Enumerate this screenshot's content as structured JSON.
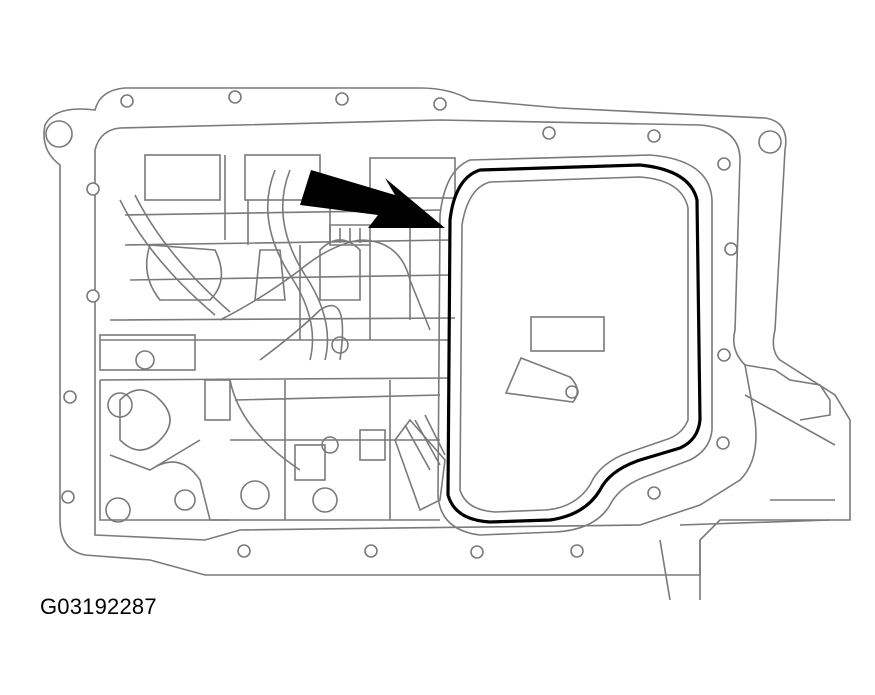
{
  "figure": {
    "type": "technical line drawing",
    "subject": "transmission valve body with oil pan gasket / filter outline",
    "callout": {
      "shape": "arrow",
      "direction": "down-right",
      "points_to": "gasket edge at left side of filter"
    },
    "colors": {
      "line": "#7a7a7a",
      "gasket": "#000000",
      "arrow": "#000000",
      "background": "#ffffff"
    }
  },
  "label": {
    "figure_id": "G03192287"
  }
}
